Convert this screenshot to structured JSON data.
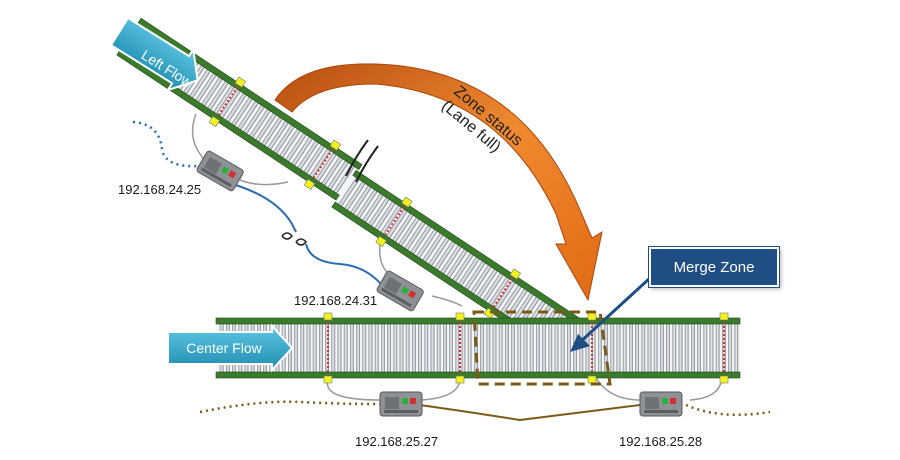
{
  "flows": {
    "left": {
      "label": "Left Flow"
    },
    "center": {
      "label": "Center Flow"
    }
  },
  "merge_zone": {
    "label": "Merge Zone"
  },
  "zone_status": {
    "line1": "Zone status",
    "line2": "(Lane full)"
  },
  "controllers": [
    {
      "ip": "192.168.24.25"
    },
    {
      "ip": "192.168.24.31"
    },
    {
      "ip": "192.168.25.27"
    },
    {
      "ip": "192.168.25.28"
    }
  ],
  "colors": {
    "rail": "#3b7a2a",
    "roller": "#d9dbe0",
    "sensor": "#f2f21c",
    "zone_divider": "#d23030",
    "flow_arrow": "#2aa6c8",
    "status_arrow": "#e87722",
    "merge_box": "#1f4e85",
    "cable_blue": "#2a6db5",
    "cable_brown": "#7a5a14"
  }
}
